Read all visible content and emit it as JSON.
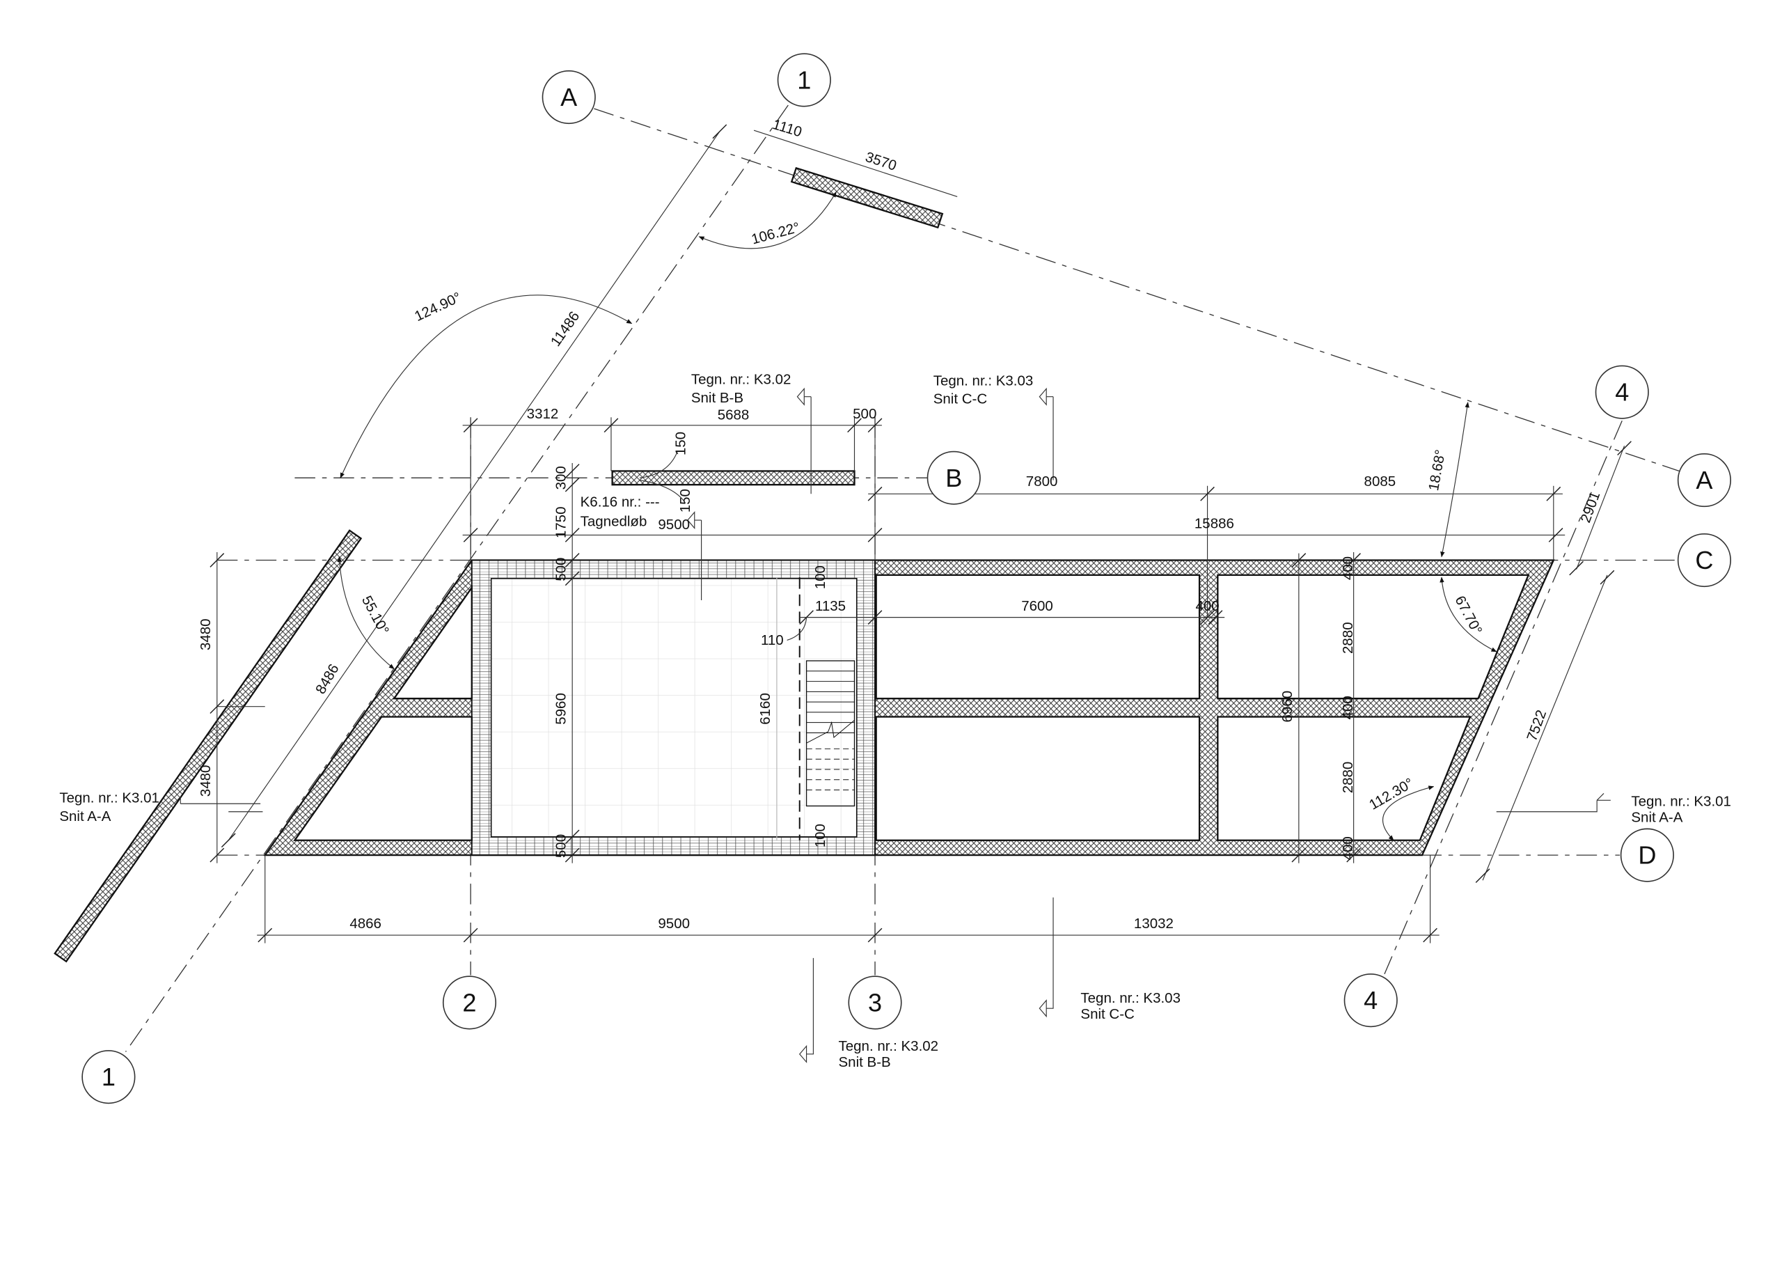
{
  "grid_bubbles": {
    "a_top": "A",
    "one_top": "1",
    "four_top": "4",
    "a_right": "A",
    "b": "B",
    "c": "C",
    "d": "D",
    "two": "2",
    "three": "3",
    "four_bottom": "4",
    "one_bottom": "1"
  },
  "section_labels": {
    "k302_top": {
      "line1": "Tegn. nr.: K3.02",
      "line2": "Snit B-B"
    },
    "k303_top": {
      "line1": "Tegn. nr.: K3.03",
      "line2": "Snit C-C"
    },
    "k616": {
      "line1": "K6.16 nr.: ---",
      "line2": "Tagnedløb"
    },
    "k301_left": {
      "line1": "Tegn. nr.: K3.01",
      "line2": "Snit A-A"
    },
    "k301_right": {
      "line1": "Tegn. nr.: K3.01",
      "line2": "Snit A-A"
    },
    "k303_bottom": {
      "line1": "Tegn. nr.: K3.03",
      "line2": "Snit C-C"
    },
    "k302_bottom": {
      "line1": "Tegn. nr.: K3.02",
      "line2": "Snit B-B"
    }
  },
  "dims": [
    "1110",
    "3570",
    "106.22°",
    "124.90°",
    "11486",
    "3312",
    "5688",
    "500",
    "150",
    "300",
    "150",
    "1750",
    "9500",
    "7800",
    "8085",
    "15886",
    "18.68°",
    "2901",
    "500",
    "100",
    "1135",
    "7600",
    "400",
    "110",
    "400",
    "67.70°",
    "3480",
    "55.10°",
    "8486",
    "5960",
    "6160",
    "6960",
    "2880",
    "400",
    "7522",
    "3480",
    "2880",
    "112.30°",
    "500",
    "100",
    "400",
    "4866",
    "9500",
    "13032"
  ]
}
